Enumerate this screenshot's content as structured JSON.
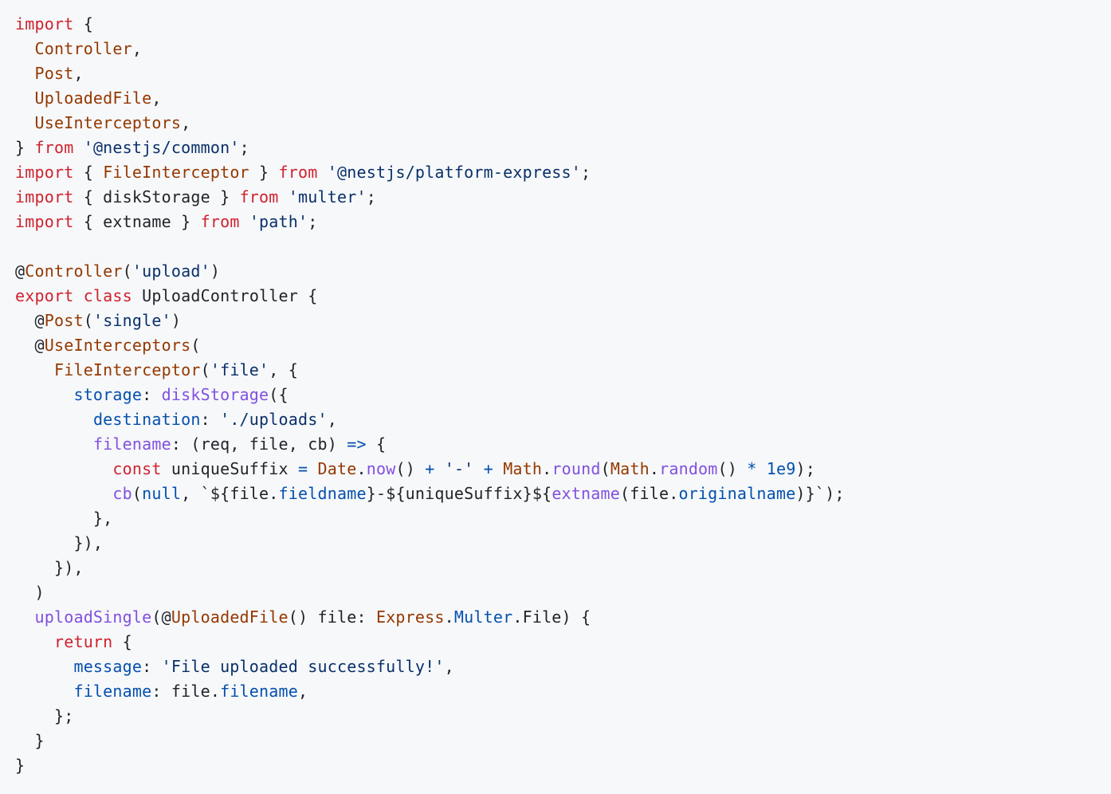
{
  "colors": {
    "background": "#f6f8fa",
    "text": "#1f2328",
    "keyword": "#cf222e",
    "entity": "#953800",
    "string": "#0a3069",
    "property": "#0550ae",
    "function": "#8250df"
  },
  "code": {
    "language": "typescript",
    "lines": [
      [
        [
          "k",
          "import"
        ],
        [
          "t",
          " {"
        ]
      ],
      [
        [
          "t",
          "  "
        ],
        [
          "e",
          "Controller"
        ],
        [
          "t",
          ","
        ]
      ],
      [
        [
          "t",
          "  "
        ],
        [
          "e",
          "Post"
        ],
        [
          "t",
          ","
        ]
      ],
      [
        [
          "t",
          "  "
        ],
        [
          "e",
          "UploadedFile"
        ],
        [
          "t",
          ","
        ]
      ],
      [
        [
          "t",
          "  "
        ],
        [
          "e",
          "UseInterceptors"
        ],
        [
          "t",
          ","
        ]
      ],
      [
        [
          "t",
          "} "
        ],
        [
          "k",
          "from"
        ],
        [
          "t",
          " "
        ],
        [
          "s",
          "'@nestjs/common'"
        ],
        [
          "t",
          ";"
        ]
      ],
      [
        [
          "k",
          "import"
        ],
        [
          "t",
          " { "
        ],
        [
          "e",
          "FileInterceptor"
        ],
        [
          "t",
          " } "
        ],
        [
          "k",
          "from"
        ],
        [
          "t",
          " "
        ],
        [
          "s",
          "'@nestjs/platform-express'"
        ],
        [
          "t",
          ";"
        ]
      ],
      [
        [
          "k",
          "import"
        ],
        [
          "t",
          " { diskStorage } "
        ],
        [
          "k",
          "from"
        ],
        [
          "t",
          " "
        ],
        [
          "s",
          "'multer'"
        ],
        [
          "t",
          ";"
        ]
      ],
      [
        [
          "k",
          "import"
        ],
        [
          "t",
          " { extname } "
        ],
        [
          "k",
          "from"
        ],
        [
          "t",
          " "
        ],
        [
          "s",
          "'path'"
        ],
        [
          "t",
          ";"
        ]
      ],
      [
        [
          "t",
          ""
        ]
      ],
      [
        [
          "t",
          "@"
        ],
        [
          "e",
          "Controller"
        ],
        [
          "t",
          "("
        ],
        [
          "s",
          "'upload'"
        ],
        [
          "t",
          ")"
        ]
      ],
      [
        [
          "k",
          "export"
        ],
        [
          "t",
          " "
        ],
        [
          "k",
          "class"
        ],
        [
          "t",
          " UploadController {"
        ]
      ],
      [
        [
          "t",
          "  @"
        ],
        [
          "e",
          "Post"
        ],
        [
          "t",
          "("
        ],
        [
          "s",
          "'single'"
        ],
        [
          "t",
          ")"
        ]
      ],
      [
        [
          "t",
          "  @"
        ],
        [
          "e",
          "UseInterceptors"
        ],
        [
          "t",
          "("
        ]
      ],
      [
        [
          "t",
          "    "
        ],
        [
          "e",
          "FileInterceptor"
        ],
        [
          "t",
          "("
        ],
        [
          "s",
          "'file'"
        ],
        [
          "t",
          ", {"
        ]
      ],
      [
        [
          "t",
          "      "
        ],
        [
          "p",
          "storage"
        ],
        [
          "t",
          ": "
        ],
        [
          "f",
          "diskStorage"
        ],
        [
          "t",
          "({"
        ]
      ],
      [
        [
          "t",
          "        "
        ],
        [
          "p",
          "destination"
        ],
        [
          "t",
          ": "
        ],
        [
          "s",
          "'./uploads'"
        ],
        [
          "t",
          ","
        ]
      ],
      [
        [
          "t",
          "        "
        ],
        [
          "f",
          "filename"
        ],
        [
          "t",
          ": (req, file, cb) "
        ],
        [
          "p",
          "=>"
        ],
        [
          "t",
          " {"
        ]
      ],
      [
        [
          "t",
          "          "
        ],
        [
          "k",
          "const"
        ],
        [
          "t",
          " uniqueSuffix "
        ],
        [
          "p",
          "="
        ],
        [
          "t",
          " "
        ],
        [
          "e",
          "Date"
        ],
        [
          "t",
          "."
        ],
        [
          "f",
          "now"
        ],
        [
          "t",
          "() "
        ],
        [
          "p",
          "+"
        ],
        [
          "t",
          " "
        ],
        [
          "s",
          "'-'"
        ],
        [
          "t",
          " "
        ],
        [
          "p",
          "+"
        ],
        [
          "t",
          " "
        ],
        [
          "e",
          "Math"
        ],
        [
          "t",
          "."
        ],
        [
          "f",
          "round"
        ],
        [
          "t",
          "("
        ],
        [
          "e",
          "Math"
        ],
        [
          "t",
          "."
        ],
        [
          "f",
          "random"
        ],
        [
          "t",
          "() "
        ],
        [
          "p",
          "*"
        ],
        [
          "t",
          " "
        ],
        [
          "p",
          "1e9"
        ],
        [
          "t",
          ");"
        ]
      ],
      [
        [
          "t",
          "          "
        ],
        [
          "f",
          "cb"
        ],
        [
          "t",
          "("
        ],
        [
          "p",
          "null"
        ],
        [
          "t",
          ", `${file."
        ],
        [
          "p",
          "fieldname"
        ],
        [
          "t",
          "}-${uniqueSuffix}${"
        ],
        [
          "f",
          "extname"
        ],
        [
          "t",
          "(file."
        ],
        [
          "p",
          "originalname"
        ],
        [
          "t",
          ")}`);"
        ]
      ],
      [
        [
          "t",
          "        },"
        ]
      ],
      [
        [
          "t",
          "      }),"
        ]
      ],
      [
        [
          "t",
          "    }),"
        ]
      ],
      [
        [
          "t",
          "  )"
        ]
      ],
      [
        [
          "t",
          "  "
        ],
        [
          "f",
          "uploadSingle"
        ],
        [
          "t",
          "(@"
        ],
        [
          "e",
          "UploadedFile"
        ],
        [
          "t",
          "() file: "
        ],
        [
          "e",
          "Express"
        ],
        [
          "t",
          "."
        ],
        [
          "p",
          "Multer"
        ],
        [
          "t",
          ".File) {"
        ]
      ],
      [
        [
          "t",
          "    "
        ],
        [
          "k",
          "return"
        ],
        [
          "t",
          " {"
        ]
      ],
      [
        [
          "t",
          "      "
        ],
        [
          "p",
          "message"
        ],
        [
          "t",
          ": "
        ],
        [
          "s",
          "'File uploaded successfully!'"
        ],
        [
          "t",
          ","
        ]
      ],
      [
        [
          "t",
          "      "
        ],
        [
          "p",
          "filename"
        ],
        [
          "t",
          ": file."
        ],
        [
          "p",
          "filename"
        ],
        [
          "t",
          ","
        ]
      ],
      [
        [
          "t",
          "    };"
        ]
      ],
      [
        [
          "t",
          "  }"
        ]
      ],
      [
        [
          "t",
          "}"
        ]
      ]
    ]
  }
}
